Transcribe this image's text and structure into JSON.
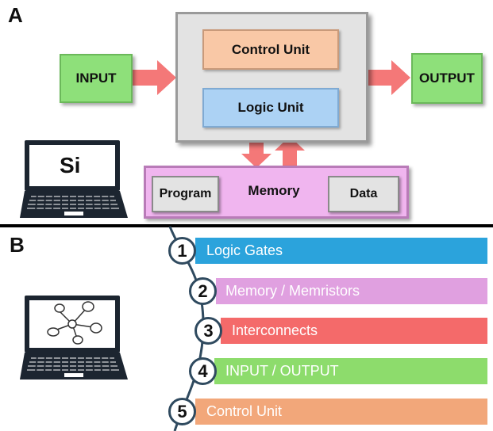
{
  "panel_a": {
    "label": "A",
    "input": "INPUT",
    "output": "OUTPUT",
    "control_unit": "Control Unit",
    "logic_unit": "Logic Unit",
    "memory": "Memory",
    "program": "Program",
    "data": "Data",
    "laptop_text": "Si"
  },
  "panel_b": {
    "label": "B",
    "items": [
      {
        "number": "1",
        "label": "Logic Gates",
        "color": "#2ba3dc"
      },
      {
        "number": "2",
        "label": "Memory / Memristors",
        "color": "#e0a0e0"
      },
      {
        "number": "3",
        "label": "Interconnects",
        "color": "#f46a6a"
      },
      {
        "number": "4",
        "label": "INPUT / OUTPUT",
        "color": "#8ddc6c"
      },
      {
        "number": "5",
        "label": "Control Unit",
        "color": "#f2a77a"
      }
    ]
  },
  "colors": {
    "arrow": "#f47878",
    "green": "#8ee07a",
    "control_unit": "#f9c8a6",
    "logic_unit": "#acd2f4",
    "memory": "#f0b5ef",
    "chain_line": "#2f4a5f"
  }
}
